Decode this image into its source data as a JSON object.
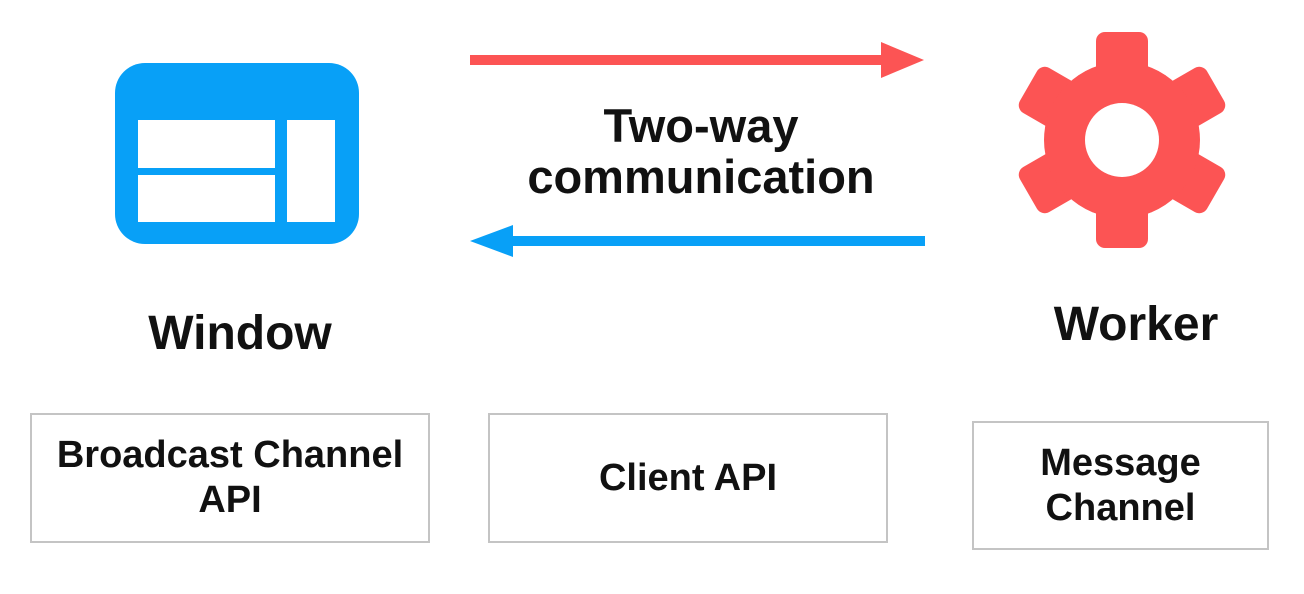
{
  "nodes": {
    "window": {
      "label": "Window",
      "icon": "browser-window-icon"
    },
    "worker": {
      "label": "Worker",
      "icon": "gear-icon"
    }
  },
  "communication": {
    "label": "Two-way communication",
    "arrows": [
      {
        "name": "window-to-worker",
        "direction": "right",
        "color_key": "red"
      },
      {
        "name": "worker-to-window",
        "direction": "left",
        "color_key": "blue"
      }
    ]
  },
  "api_boxes": [
    {
      "label": "Broadcast Channel API"
    },
    {
      "label": "Client API"
    },
    {
      "label": "Message Channel"
    }
  ],
  "colors": {
    "blue": "#08a0f7",
    "red": "#fc5454",
    "text": "#111111",
    "box_border": "#c4c4c4",
    "background": "#ffffff"
  }
}
